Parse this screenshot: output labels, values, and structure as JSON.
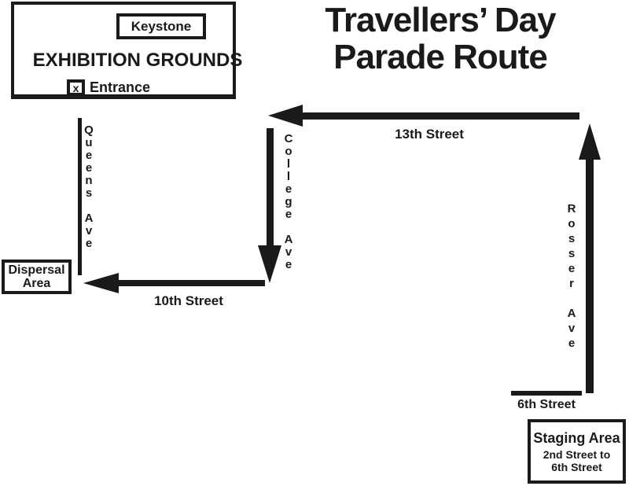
{
  "map": {
    "title": "Travellers’ Day\nParade Route",
    "colors": {
      "ink": "#1a1a1a",
      "background": "#ffffff"
    },
    "exhibition": {
      "badge": "Keystone",
      "name": "EXHIBITION GROUNDS",
      "entrance_marker": "x",
      "entrance_label": "Entrance"
    },
    "dispersal": {
      "label": "Dispersal\nArea"
    },
    "staging": {
      "title": "Staging Area",
      "range": "2nd Street to\n6th Street"
    },
    "streets": {
      "thirteenth": "13th Street",
      "tenth": "10th Street",
      "sixth": "6th Street",
      "queens_vertical": "Q\nu\ne\ne\nn\ns\n\nA\nv\ne",
      "college_vertical": "C\no\nl\nl\ne\ng\ne\n\nA\nv\ne",
      "rosser_vertical": "R\no\ns\ns\ne\nr\n\nA\nv\ne"
    }
  }
}
